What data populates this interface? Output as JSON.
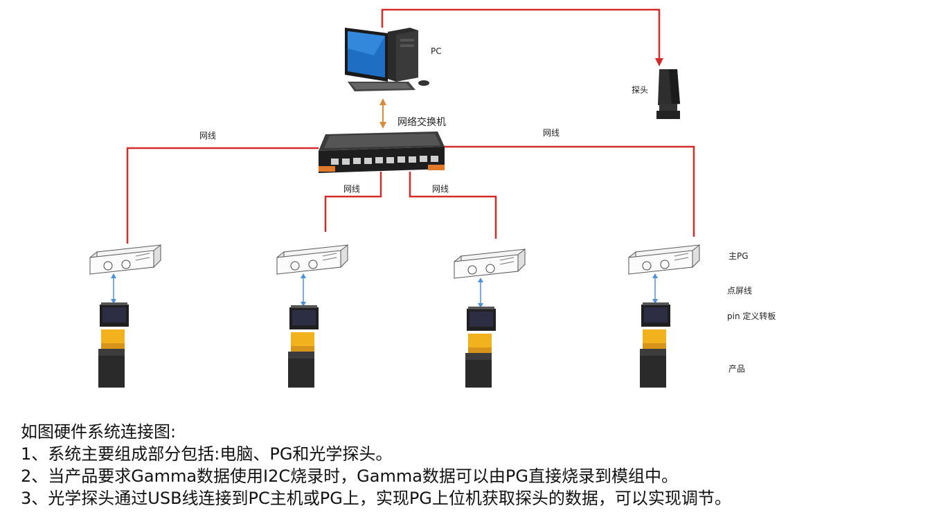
{
  "labels": {
    "pc": "PC",
    "probe": "探头",
    "switch": "网络交换机",
    "cable": "网线",
    "main_pg": "主PG",
    "dot_screen_line": "点屏线",
    "pin_board": "pin 定义转板",
    "product": "产品"
  },
  "caption": {
    "title": "如图硬件系统连接图:",
    "lines": [
      "1、系统主要组成部分包括:电脑、PG和光学探头。",
      "2、当产品要求Gamma数据使用I2C烧录时，Gamma数据可以由PG直接烧录到模组中。",
      "3、光学探头通过USB线连接到PC主机或PG上，实现PG上位机获取探头的数据，可以实现调节。"
    ]
  },
  "colors": {
    "cable": "#d42a2a",
    "link_arrow": "#d98a3c",
    "pg_arrow": "#4a90d9",
    "device_dark": "#2a2a2a",
    "flex_cable": "#f2b21d"
  },
  "icons": {
    "pc": "desktop-computer-icon",
    "probe": "optical-probe-icon",
    "switch": "network-switch-icon",
    "pg": "pattern-generator-box-icon",
    "pin_board": "adapter-board-icon",
    "product": "display-module-icon"
  }
}
